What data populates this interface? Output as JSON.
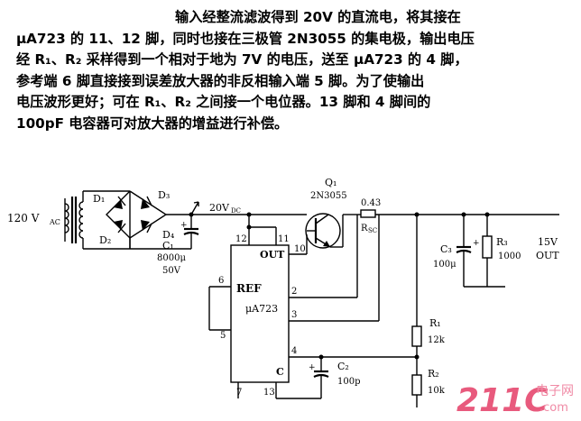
{
  "description": {
    "lines": [
      "输入经整流滤波得到 20V 的直流电，将其接在",
      "μA723 的 11、12 脚，同时也接在三极管 2N3055 的集电极，输出电压",
      "经 R₁、R₂ 采样得到一个相对于地为 7V 的电压，送至 μA723 的 4 脚，",
      "参考端 6 脚直接接到误差放大器的非反相输入端 5 脚。为了使输出",
      "电压波形更好；可在 R₁、R₂ 之间接一个电位器。13 脚和 4 脚间的",
      "100pF 电容器可对放大器的增益进行补偿。"
    ]
  },
  "circuit": {
    "input_label": "120 V",
    "input_sub": "AC",
    "d1": "D₁",
    "d2": "D₂",
    "d3": "D₃",
    "d4": "D₄",
    "c1": "C₁",
    "c1_value": "8000μ",
    "c1_voltage": "50V",
    "vdc_label": "20V",
    "vdc_sub": "DC",
    "q1": "Q₁",
    "q1_part": "2N3055",
    "rsc_value": "0.43",
    "rsc": "R",
    "rsc_sub": "SC",
    "c3": "C₃",
    "c3_value": "100μ",
    "r3": "R₃",
    "r3_value": "1000",
    "output_voltage": "15V",
    "output_label": "OUT",
    "r1": "R₁",
    "r1_value": "12k",
    "r2": "R₂",
    "r2_value": "10k",
    "c2": "C₂",
    "c2_value": "100p",
    "ic_ref": "REF",
    "ic_name": "μA723",
    "ic_out": "OUT",
    "ic_c": "C",
    "pin_12": "12",
    "pin_11": "11",
    "pin_10": "10",
    "pin_2": "2",
    "pin_3": "3",
    "pin_4": "4",
    "pin_6": "6",
    "pin_5": "5",
    "pin_7": "7",
    "pin_13": "13"
  },
  "watermark": {
    "logo": "211C",
    "cn": "电子网",
    "url": ".com"
  }
}
